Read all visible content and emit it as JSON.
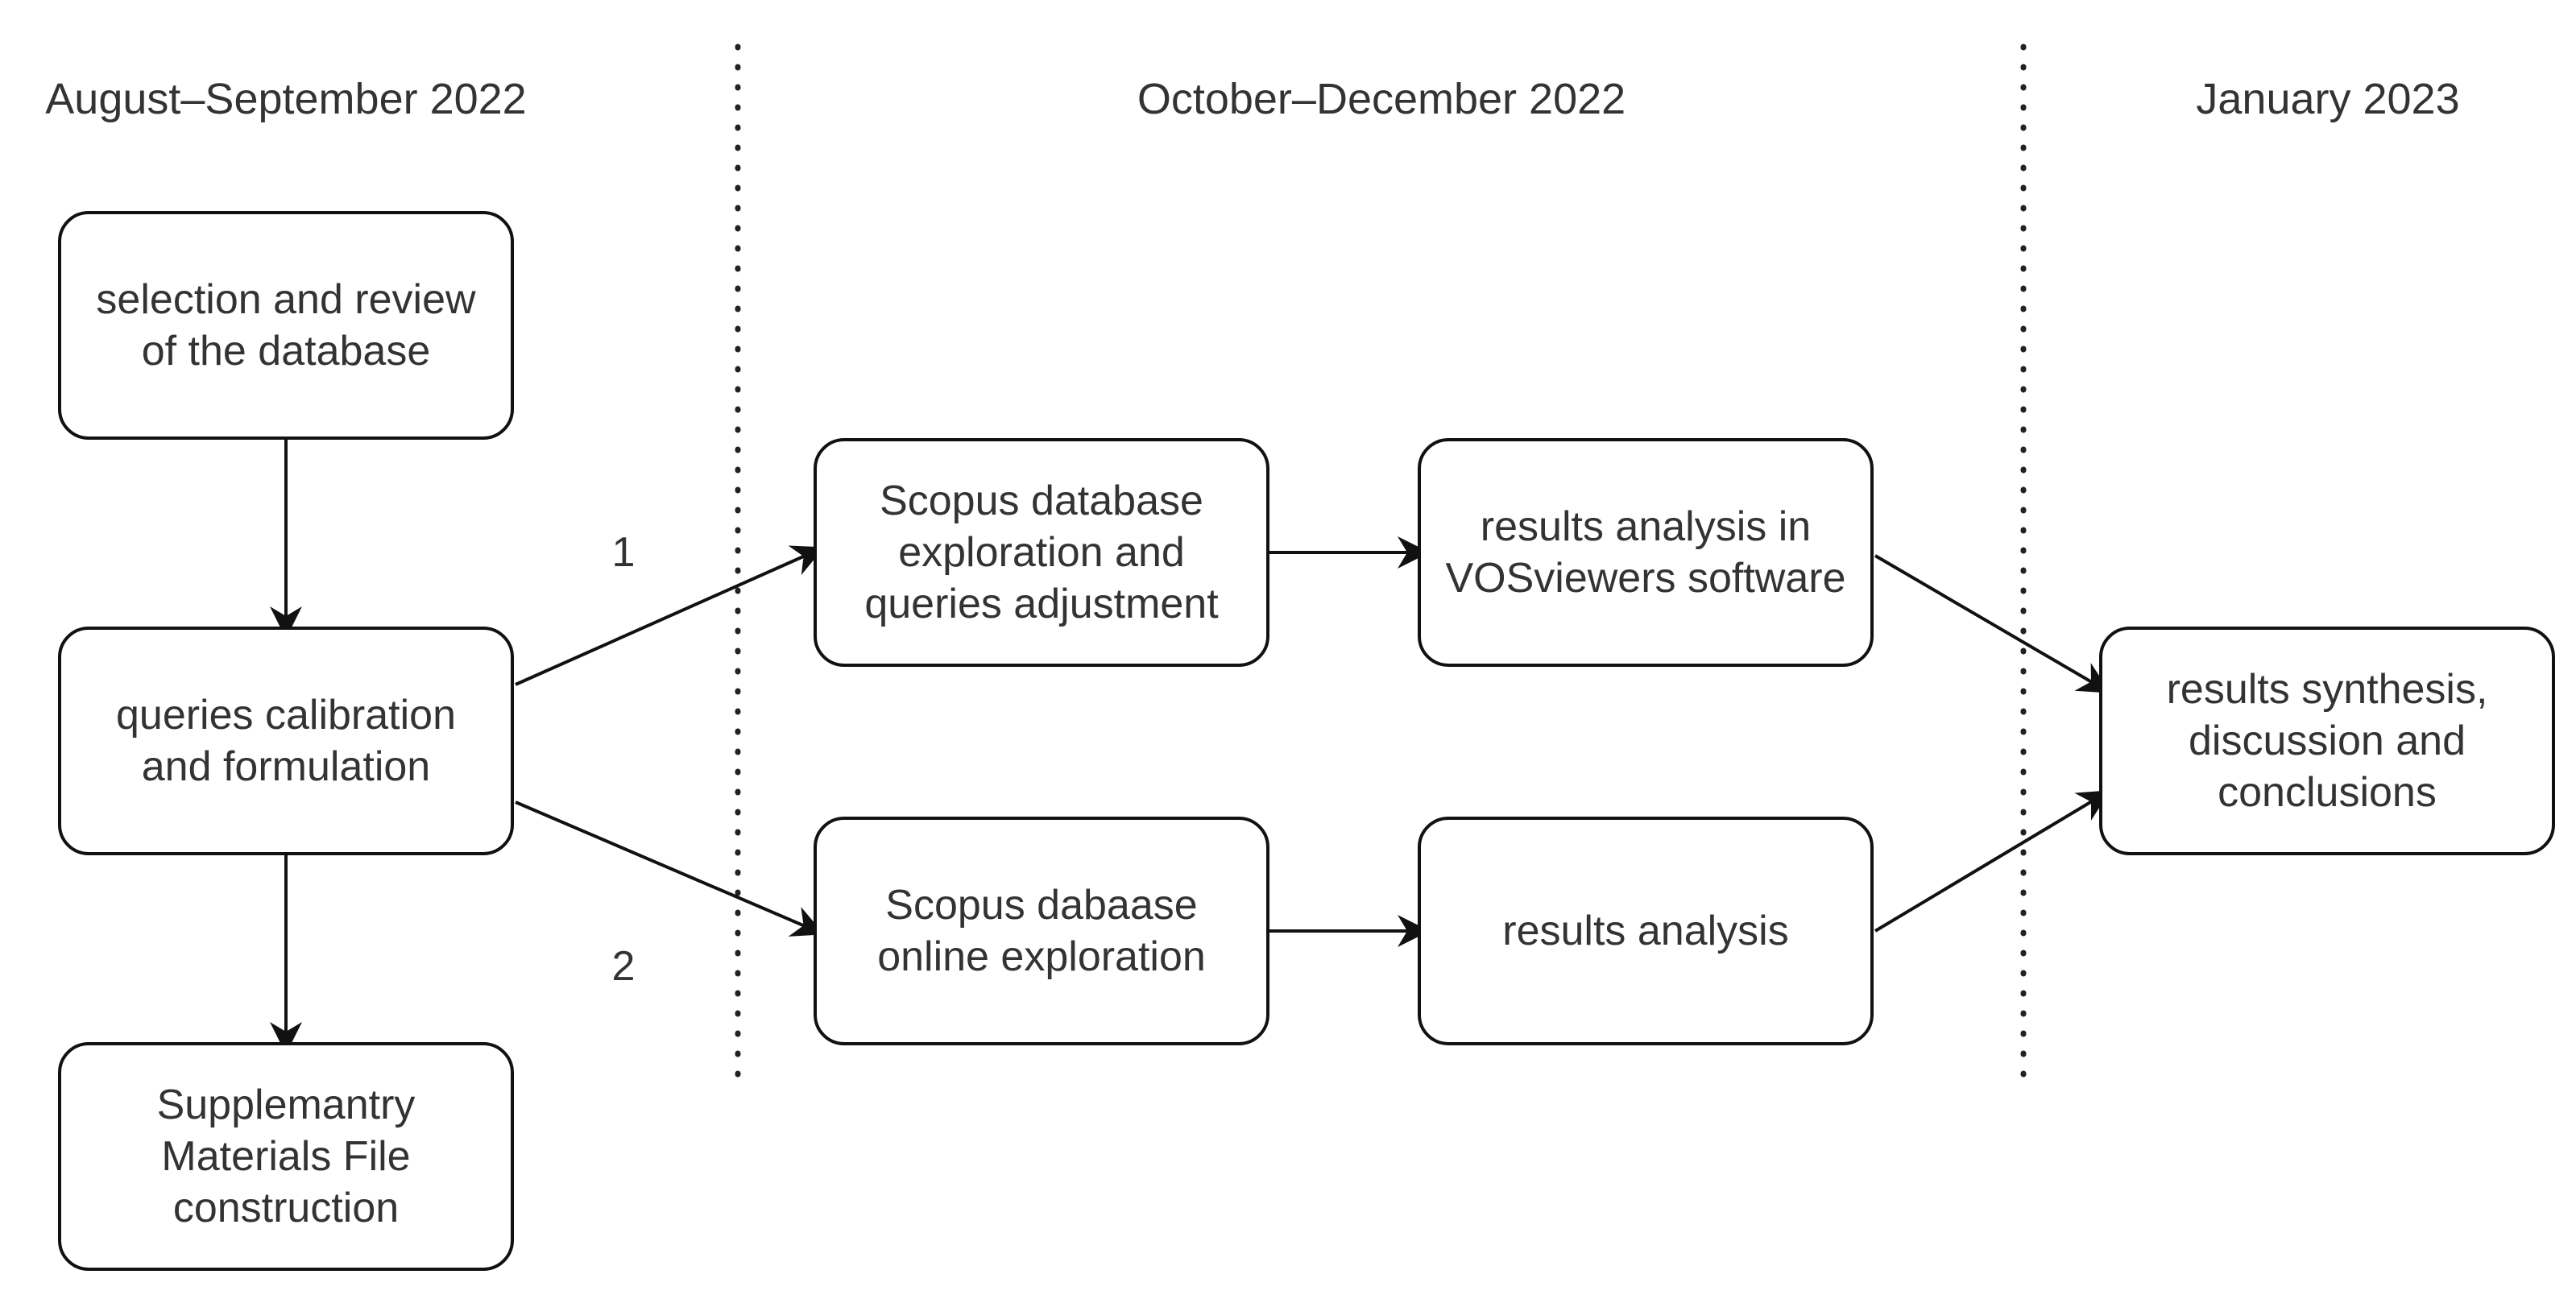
{
  "periods": [
    {
      "label": "August–September 2022"
    },
    {
      "label": "October–December 2022"
    },
    {
      "label": "January 2023"
    }
  ],
  "boxes": {
    "selection": "selection and review\nof the database",
    "calibration": "queries calibration\nand formulation",
    "supplementary": "Supplemantry\nMaterials File\nconstruction",
    "scopus_explore": "Scopus database\nexploration and\nqueries adjustment",
    "scopus_online": "Scopus dabaase\nonline exploration",
    "vos_analysis": "results analysis in\nVOSviewers software",
    "results_analysis": "results analysis",
    "synthesis": "results synthesis,\ndiscussion and\nconclusions"
  },
  "path_labels": {
    "path1": "1",
    "path2": "2"
  },
  "colors": {
    "stroke": "#111111",
    "text": "#333333",
    "background": "#ffffff"
  }
}
